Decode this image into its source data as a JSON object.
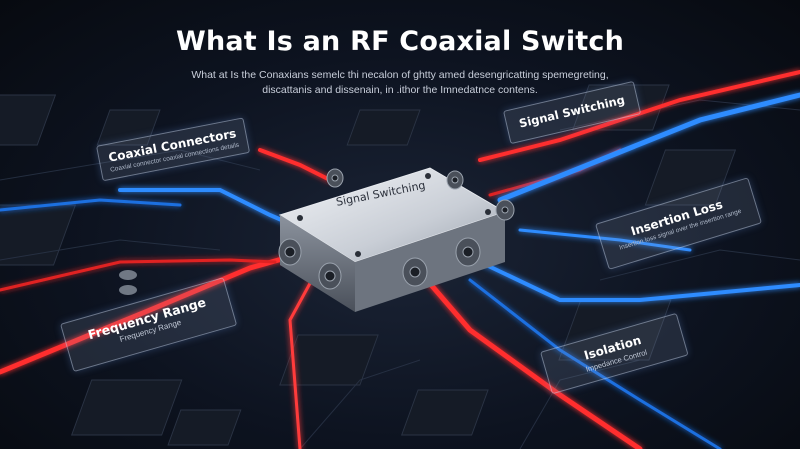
{
  "title": "What Is an RF Coaxial Switch",
  "subtitle": "What at Is the Conaxians semelc thi necalon of ghtty amed desengricatting spemegreting, discattanis and dissenain, in .ithor the Imnedatnce contens.",
  "labels": {
    "coaxial_connectors": {
      "heading": "Coaxial Connectors",
      "caption": "Coaxial connector coaxial connections details"
    },
    "signal_switching": {
      "heading": "Signal Switching"
    },
    "insertion_loss": {
      "heading": "Insertion Loss",
      "caption": "Insertion loss signal over the insertion range"
    },
    "frequency_range": {
      "heading": "Frequency Range",
      "caption": "Frequency Range"
    },
    "isolation": {
      "heading": "Isolation",
      "caption": "Impedance Control"
    }
  },
  "switch_body": {
    "label": "Signal Switching"
  },
  "colors": {
    "background": "#0b0f17",
    "signal_red": "#ff3b3b",
    "signal_blue": "#2f8cff",
    "switch_metal": "#c9ced6"
  }
}
